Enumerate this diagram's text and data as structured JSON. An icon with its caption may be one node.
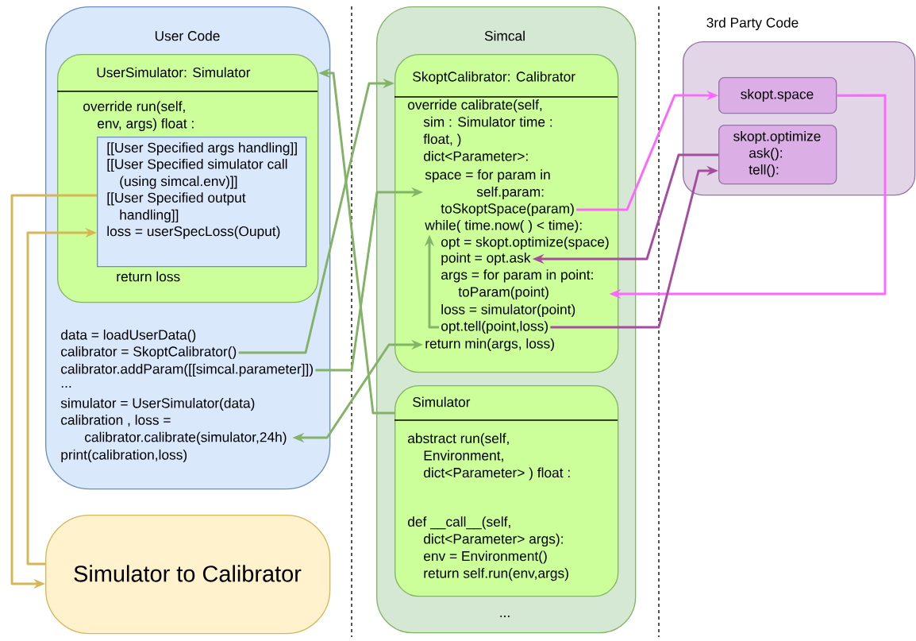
{
  "diagram": {
    "nodes": [
      {
        "text": [
          "User Code",
          "data = loadUserData()",
          "...",
          "simulator = UserSimulator(data)",
          "print(calibration,loss)"
        ]
      },
      {
        "text": [
          "UserSimulator: Simulator",
          "override run(self, env, args) float :",
          "return loss"
        ],
        "in": 0
      },
      {
        "text": [
          "[[User Specified args handling]]",
          "[[User Specified simulator call (using simcal.env)]]",
          "[[User Specified output handling]]",
          "loss = userSpecLoss(Ouput)"
        ],
        "in": 1
      },
      {
        "text": [
          "calibrator = SkoptCalibrator()"
        ],
        "in": 0
      },
      {
        "text": [
          "calibrator.addParam([[simcal.parameter]])"
        ],
        "in": 0
      },
      {
        "text": [
          "calibration , loss = calibrator.calibrate(simulator,24h)"
        ],
        "in": 0
      },
      {
        "text": [
          "Simulator to Calibrator"
        ]
      },
      {
        "text": [
          "Simcal",
          "..."
        ]
      },
      {
        "text": [
          "SkoptCalibrator: Calibrator",
          "override calibrate(self, sim : Simulator time : float, ) dict<Parameter>:",
          "opt = skopt.optimize(space)",
          "loss = simulator(point)"
        ],
        "in": 7
      },
      {
        "text": [
          "space = for param in self.param:"
        ],
        "in": 8
      },
      {
        "text": [
          "toSkoptSpace(param)"
        ],
        "in": 8
      },
      {
        "text": [
          "while( time.now( ) < time):"
        ],
        "in": 8
      },
      {
        "text": [
          "point = opt.ask"
        ],
        "in": 8
      },
      {
        "text": [
          "args = for param in point: toParam(point)"
        ],
        "in": 8
      },
      {
        "text": [
          "opt.tell(point,loss)"
        ],
        "in": 8
      },
      {
        "text": [
          "return min(args, loss)"
        ],
        "in": 8
      },
      {
        "text": [
          "Simulator",
          "abstract run(self, Environment, dict<Parameter> ) float :",
          "def __call__(self, dict<Parameter> args): env = Environment() return self.run(env,args)"
        ],
        "in": 7
      },
      {
        "text": [],
        "shape": "box"
      },
      {
        "text": [
          "skopt.space"
        ],
        "in": 17
      },
      {
        "text": [
          "skopt.optimize",
          "ask():",
          "tell():"
        ],
        "in": 17
      }
    ],
    "edges": [
      {
        "from": 2,
        "to": 6,
        "arrow": "to",
        "color": "#d6b656"
      },
      {
        "from": 6,
        "to": 2,
        "arrow": "to",
        "color": "#d6b656"
      },
      {
        "from": 16,
        "to": 1,
        "arrow": "to"
      },
      {
        "from": 3,
        "to": 8,
        "arrow": "to"
      },
      {
        "from": 4,
        "to": 9,
        "arrow": "to"
      },
      {
        "from": 5,
        "to": 15,
        "arrow": "both"
      },
      {
        "from": 14,
        "to": 11,
        "arrow": "to"
      },
      {
        "from": 10,
        "to": 18,
        "arrow": "to",
        "color": "#ff66ff"
      },
      {
        "from": 18,
        "to": 13,
        "arrow": "to",
        "color": "#ff66ff"
      },
      {
        "from": 19,
        "to": 12,
        "arrow": "to",
        "color": "#a64d9f"
      },
      {
        "from": 14,
        "to": 19,
        "arrow": "to",
        "color": "#a64d9f"
      }
    ],
    "labels": [
      "3rd Party Code"
    ]
  }
}
